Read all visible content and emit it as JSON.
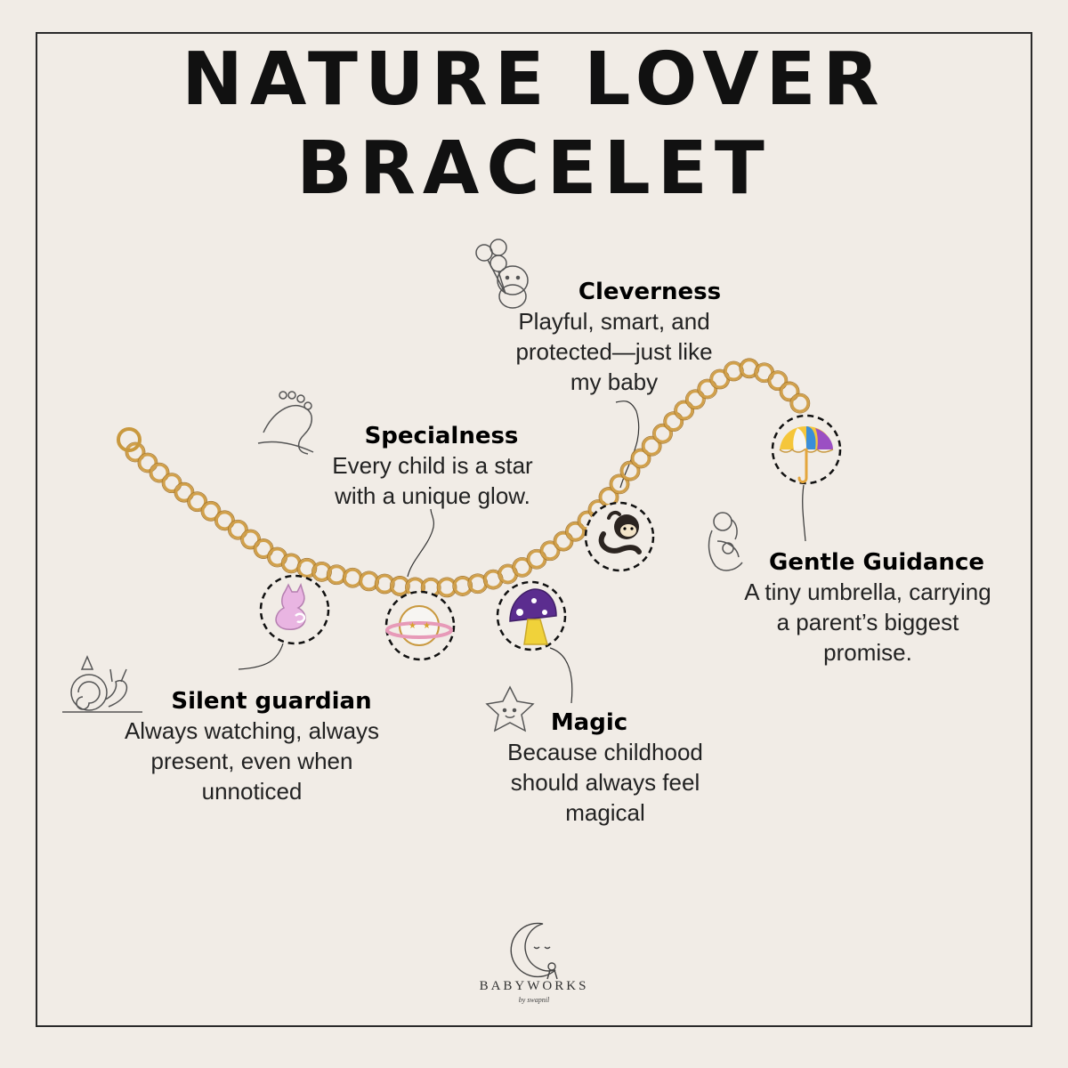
{
  "title": "NATURE LOVER BRACELET",
  "colors": {
    "background": "#f1ece6",
    "chain_gold": "#d1a04a",
    "chain_gold_dark": "#a8782c",
    "cat_pink": "#e9b5e2",
    "planet_pink": "#e79ab8",
    "mushroom_purple": "#5b2d8f",
    "mushroom_yellow": "#f0d23a",
    "umbrella_yellow": "#f5c63a",
    "umbrella_purple": "#9b4fc3",
    "umbrella_blue": "#3a8ed8"
  },
  "charms": [
    {
      "id": "cat",
      "icon": "cat-charm-icon",
      "heading": "Silent guardian",
      "description": [
        "Always watching, always",
        "present, even when",
        "unnoticed"
      ],
      "side_icon": "snail-icon"
    },
    {
      "id": "planet",
      "icon": "planet-charm-icon",
      "heading": "Specialness",
      "description": [
        "Every child is a star",
        "with a unique glow."
      ],
      "side_icon": "baby-foot-hand-icon"
    },
    {
      "id": "mushroom",
      "icon": "mushroom-charm-icon",
      "heading": "Magic",
      "description": [
        "Because childhood",
        "should always feel",
        "magical"
      ],
      "side_icon": "smiling-star-icon"
    },
    {
      "id": "monkey",
      "icon": "monkey-charm-icon",
      "heading": "Cleverness",
      "description": [
        "Playful, smart, and",
        "protected—just like",
        "my baby"
      ],
      "side_icon": "penguin-balloons-icon"
    },
    {
      "id": "umbrella",
      "icon": "umbrella-charm-icon",
      "heading": "Gentle Guidance",
      "description": [
        "A tiny umbrella, carrying",
        "a parent’s biggest",
        "promise."
      ],
      "side_icon": "mother-baby-icon"
    }
  ],
  "brand": {
    "name": "BABYWORKS",
    "byline": "by swapnil",
    "icon": "moon-logo-icon"
  }
}
